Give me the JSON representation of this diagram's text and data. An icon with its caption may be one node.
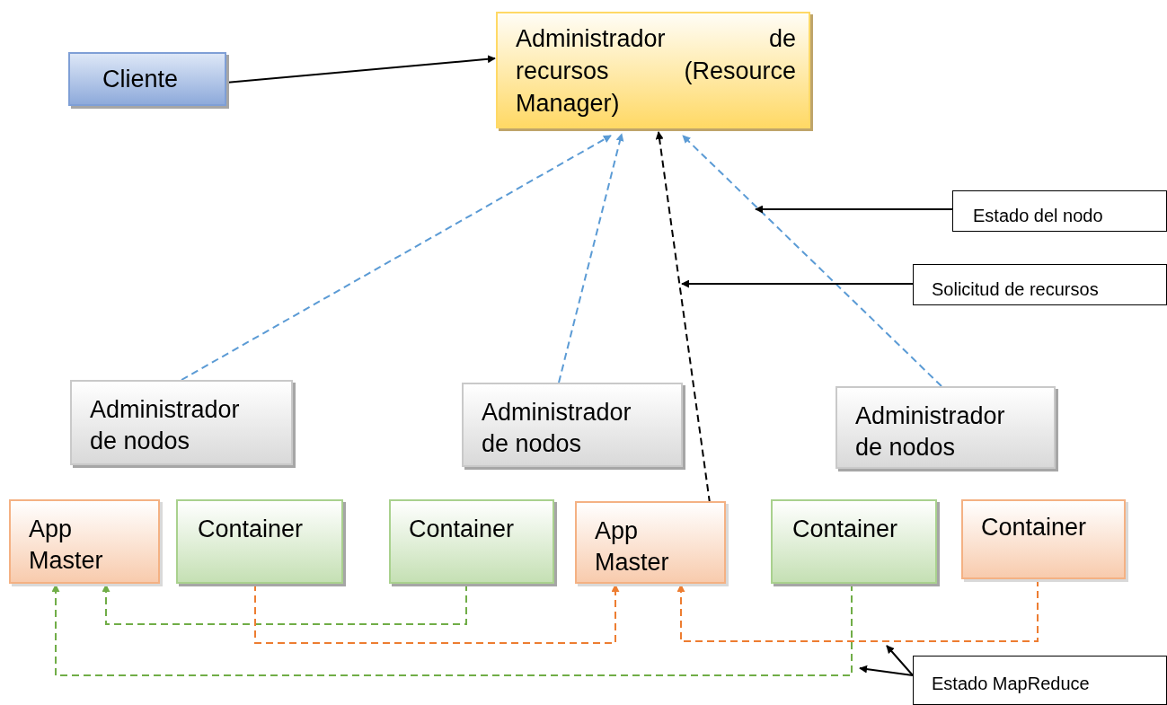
{
  "diagram": {
    "nodes": [
      {
        "text": [
          "Cliente"
        ]
      },
      {
        "text": [
          "Administrador de recursos (Resource Manager)"
        ]
      },
      {
        "text": [
          "Estado del nodo"
        ]
      },
      {
        "text": [
          "Solicitud de recursos"
        ]
      },
      {
        "text": [
          "Administrador de nodos"
        ]
      },
      {
        "text": [
          "Administrador de nodos"
        ]
      },
      {
        "text": [
          "Administrador de nodos"
        ]
      },
      {
        "text": [
          "App Master"
        ]
      },
      {
        "text": [
          "Container"
        ]
      },
      {
        "text": [
          "Container"
        ]
      },
      {
        "text": [
          "App Master"
        ]
      },
      {
        "text": [
          "Container"
        ]
      },
      {
        "text": [
          "Container"
        ]
      },
      {
        "text": [
          "Estado MapReduce"
        ]
      }
    ],
    "edges": [
      {
        "from": 0,
        "to": 1,
        "arrow": "to"
      },
      {
        "from": 4,
        "to": 1,
        "arrow": "to",
        "style": "dashed",
        "color": "#5b9bd5"
      },
      {
        "from": 5,
        "to": 1,
        "arrow": "to",
        "style": "dashed",
        "color": "#5b9bd5"
      },
      {
        "from": 10,
        "to": 1,
        "arrow": "to",
        "style": "dashed"
      },
      {
        "from": 6,
        "to": 1,
        "arrow": "to",
        "style": "dashed",
        "color": "#5b9bd5"
      },
      {
        "from": 2,
        "to": null,
        "arrow": "to"
      },
      {
        "from": 3,
        "to": null,
        "arrow": "to"
      },
      {
        "from": 9,
        "to": 7,
        "arrow": "to",
        "style": "dashed",
        "color": "#70ad47"
      },
      {
        "from": 8,
        "to": 10,
        "arrow": "to",
        "style": "dashed",
        "color": "#ed7d31"
      },
      {
        "from": 12,
        "to": 10,
        "arrow": "to",
        "style": "dashed",
        "color": "#ed7d31"
      },
      {
        "from": 11,
        "to": 7,
        "arrow": "to",
        "style": "dashed",
        "color": "#70ad47"
      },
      {
        "from": 13,
        "to": null,
        "arrow": "to"
      },
      {
        "from": 13,
        "to": null,
        "arrow": "to"
      }
    ]
  }
}
